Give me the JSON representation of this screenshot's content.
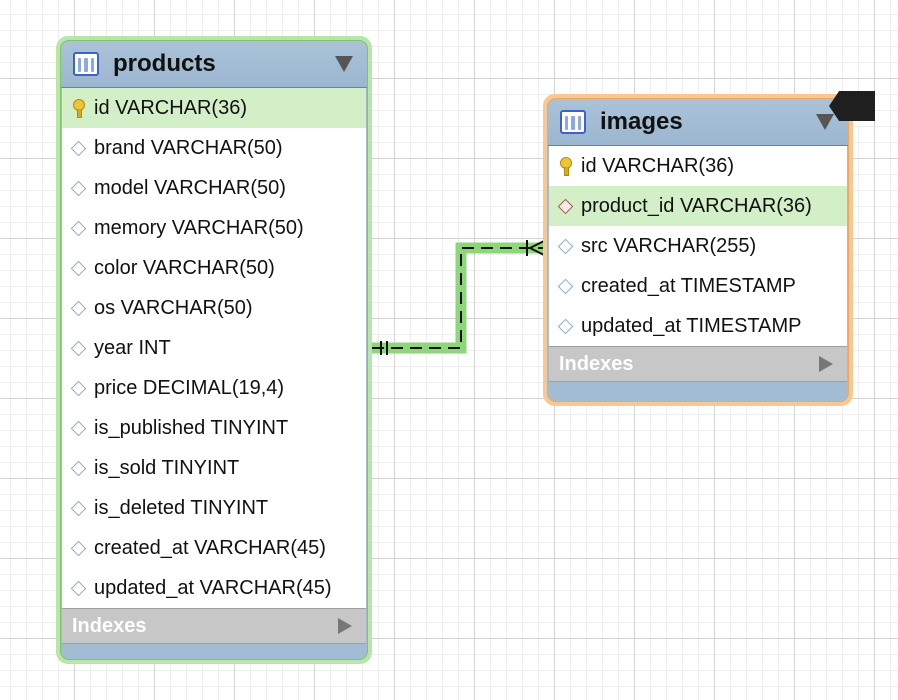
{
  "diagram": {
    "tables": [
      {
        "name": "products",
        "columns": [
          {
            "text": "id VARCHAR(36)",
            "key": "primary"
          },
          {
            "text": "brand VARCHAR(50)",
            "key": "none"
          },
          {
            "text": "model VARCHAR(50)",
            "key": "none"
          },
          {
            "text": "memory VARCHAR(50)",
            "key": "none"
          },
          {
            "text": "color VARCHAR(50)",
            "key": "none"
          },
          {
            "text": "os VARCHAR(50)",
            "key": "none"
          },
          {
            "text": "year INT",
            "key": "none"
          },
          {
            "text": "price DECIMAL(19,4)",
            "key": "none"
          },
          {
            "text": "is_published TINYINT",
            "key": "none"
          },
          {
            "text": "is_sold TINYINT",
            "key": "none"
          },
          {
            "text": "is_deleted TINYINT",
            "key": "none"
          },
          {
            "text": "created_at VARCHAR(45)",
            "key": "none"
          },
          {
            "text": "updated_at VARCHAR(45)",
            "key": "none"
          }
        ],
        "indexes_label": "Indexes"
      },
      {
        "name": "images",
        "columns": [
          {
            "text": "id VARCHAR(36)",
            "key": "primary"
          },
          {
            "text": "product_id VARCHAR(36)",
            "key": "foreign"
          },
          {
            "text": "src VARCHAR(255)",
            "key": "none"
          },
          {
            "text": "created_at TIMESTAMP",
            "key": "none"
          },
          {
            "text": "updated_at TIMESTAMP",
            "key": "none"
          }
        ],
        "indexes_label": "Indexes"
      }
    ],
    "relationship": {
      "from_table": "products",
      "to_table": "images",
      "from_cardinality": "one-and-only-one",
      "to_cardinality": "one-or-many",
      "line_style": "dashed",
      "highlight_color": "#8fd67a"
    },
    "colors": {
      "products_border": "#b8e6a8",
      "images_border": "#f6c893",
      "header": "#a2bcd3",
      "selected_row": "#d3efc7"
    }
  }
}
